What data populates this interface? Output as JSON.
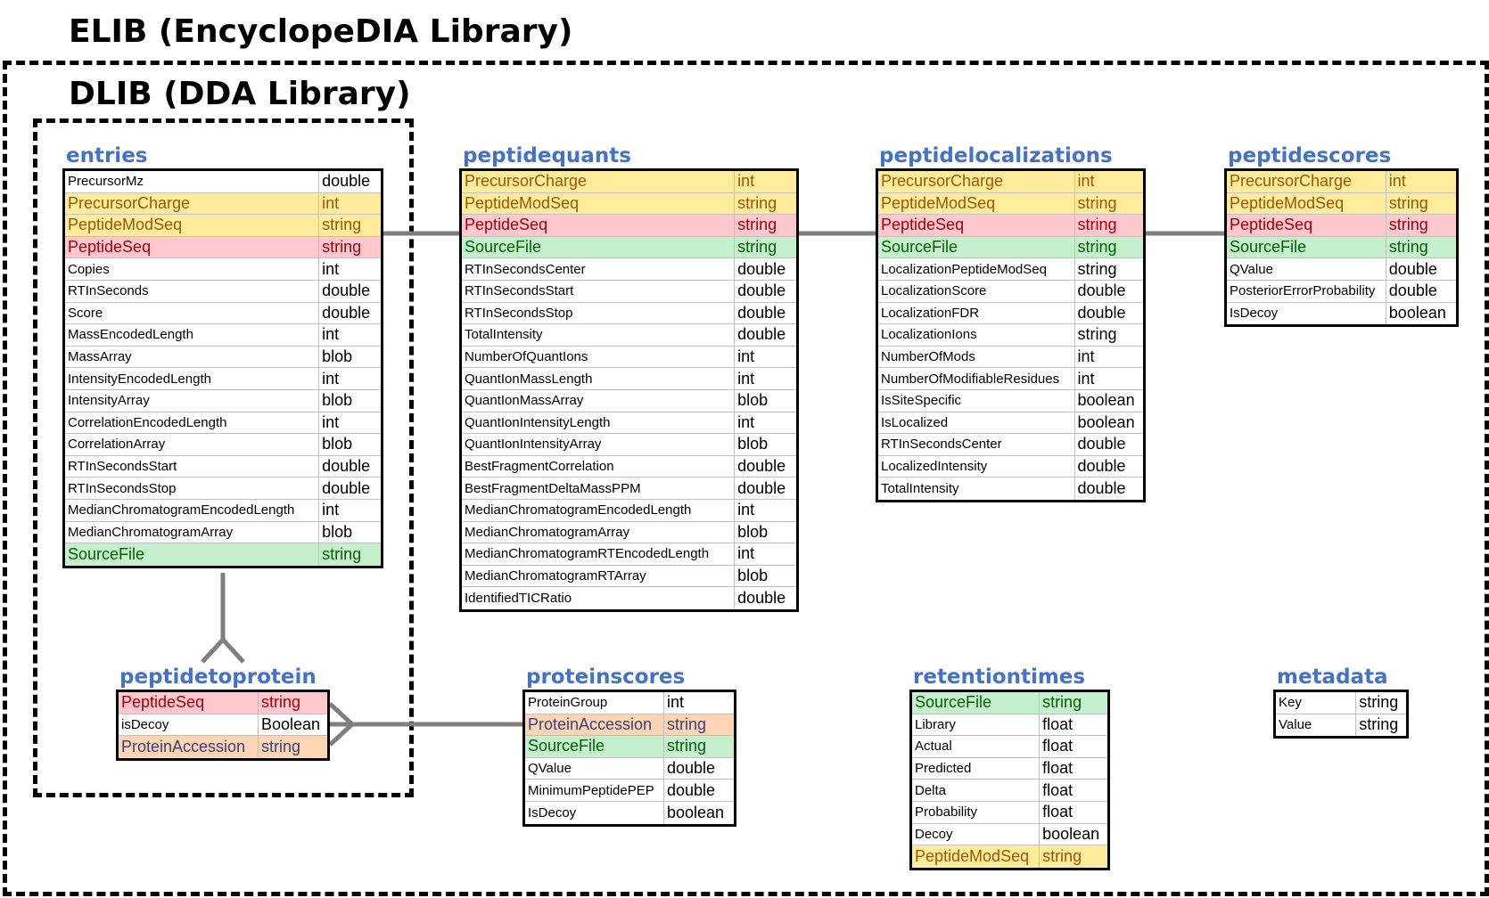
{
  "titles": {
    "elib": "ELIB (EncyclopeDIA Library)",
    "dlib": "DLIB (DDA Library)"
  },
  "colors": {
    "title": "#4472c4",
    "yellow_fill": "#ffeb9c",
    "yellow_text": "#9c5700",
    "pink_fill": "#ffc7ce",
    "pink_text": "#9c0006",
    "green_fill": "#c6efce",
    "green_text": "#006100",
    "orange_fill": "#fcd5b4",
    "orange_text": "#3f3f76",
    "connector": "#7f7f7f"
  },
  "tables": {
    "entries": {
      "title": "entries",
      "rows": [
        {
          "name": "PrecursorMz",
          "type": "double",
          "hl": ""
        },
        {
          "name": "PrecursorCharge",
          "type": "int",
          "hl": "yellow"
        },
        {
          "name": "PeptideModSeq",
          "type": "string",
          "hl": "yellow"
        },
        {
          "name": "PeptideSeq",
          "type": "string",
          "hl": "pink"
        },
        {
          "name": "Copies",
          "type": "int",
          "hl": ""
        },
        {
          "name": "RTInSeconds",
          "type": "double",
          "hl": ""
        },
        {
          "name": "Score",
          "type": "double",
          "hl": ""
        },
        {
          "name": "MassEncodedLength",
          "type": "int",
          "hl": ""
        },
        {
          "name": "MassArray",
          "type": "blob",
          "hl": ""
        },
        {
          "name": "IntensityEncodedLength",
          "type": "int",
          "hl": ""
        },
        {
          "name": "IntensityArray",
          "type": "blob",
          "hl": ""
        },
        {
          "name": "CorrelationEncodedLength",
          "type": "int",
          "hl": ""
        },
        {
          "name": "CorrelationArray",
          "type": "blob",
          "hl": ""
        },
        {
          "name": "RTInSecondsStart",
          "type": "double",
          "hl": ""
        },
        {
          "name": "RTInSecondsStop",
          "type": "double",
          "hl": ""
        },
        {
          "name": "MedianChromatogramEncodedLength",
          "type": "int",
          "hl": ""
        },
        {
          "name": "MedianChromatogramArray",
          "type": "blob",
          "hl": ""
        },
        {
          "name": "SourceFile",
          "type": "string",
          "hl": "green"
        }
      ]
    },
    "peptidequants": {
      "title": "peptidequants",
      "rows": [
        {
          "name": "PrecursorCharge",
          "type": "int",
          "hl": "yellow"
        },
        {
          "name": "PeptideModSeq",
          "type": "string",
          "hl": "yellow"
        },
        {
          "name": "PeptideSeq",
          "type": "string",
          "hl": "pink"
        },
        {
          "name": "SourceFile",
          "type": "string",
          "hl": "green"
        },
        {
          "name": "RTInSecondsCenter",
          "type": "double",
          "hl": ""
        },
        {
          "name": "RTInSecondsStart",
          "type": "double",
          "hl": ""
        },
        {
          "name": "RTInSecondsStop",
          "type": "double",
          "hl": ""
        },
        {
          "name": "TotalIntensity",
          "type": "double",
          "hl": ""
        },
        {
          "name": "NumberOfQuantIons",
          "type": "int",
          "hl": ""
        },
        {
          "name": "QuantIonMassLength",
          "type": "int",
          "hl": ""
        },
        {
          "name": "QuantIonMassArray",
          "type": "blob",
          "hl": ""
        },
        {
          "name": "QuantIonIntensityLength",
          "type": "int",
          "hl": ""
        },
        {
          "name": "QuantIonIntensityArray",
          "type": "blob",
          "hl": ""
        },
        {
          "name": "BestFragmentCorrelation",
          "type": "double",
          "hl": ""
        },
        {
          "name": "BestFragmentDeltaMassPPM",
          "type": "double",
          "hl": ""
        },
        {
          "name": "MedianChromatogramEncodedLength",
          "type": "int",
          "hl": ""
        },
        {
          "name": "MedianChromatogramArray",
          "type": "blob",
          "hl": ""
        },
        {
          "name": "MedianChromatogramRTEncodedLength",
          "type": "int",
          "hl": ""
        },
        {
          "name": "MedianChromatogramRTArray",
          "type": "blob",
          "hl": ""
        },
        {
          "name": "IdentifiedTICRatio",
          "type": "double",
          "hl": ""
        }
      ]
    },
    "peptidelocalizations": {
      "title": "peptidelocalizations",
      "rows": [
        {
          "name": "PrecursorCharge",
          "type": "int",
          "hl": "yellow"
        },
        {
          "name": "PeptideModSeq",
          "type": "string",
          "hl": "yellow"
        },
        {
          "name": "PeptideSeq",
          "type": "string",
          "hl": "pink"
        },
        {
          "name": "SourceFile",
          "type": "string",
          "hl": "green"
        },
        {
          "name": "LocalizationPeptideModSeq",
          "type": "string",
          "hl": ""
        },
        {
          "name": "LocalizationScore",
          "type": "double",
          "hl": ""
        },
        {
          "name": "LocalizationFDR",
          "type": "double",
          "hl": ""
        },
        {
          "name": "LocalizationIons",
          "type": "string",
          "hl": ""
        },
        {
          "name": "NumberOfMods",
          "type": "int",
          "hl": ""
        },
        {
          "name": "NumberOfModifiableResidues",
          "type": "int",
          "hl": ""
        },
        {
          "name": "IsSiteSpecific",
          "type": "boolean",
          "hl": ""
        },
        {
          "name": "IsLocalized",
          "type": "boolean",
          "hl": ""
        },
        {
          "name": "RTInSecondsCenter",
          "type": "double",
          "hl": ""
        },
        {
          "name": "LocalizedIntensity",
          "type": "double",
          "hl": ""
        },
        {
          "name": "TotalIntensity",
          "type": "double",
          "hl": ""
        }
      ]
    },
    "peptidescores": {
      "title": "peptidescores",
      "rows": [
        {
          "name": "PrecursorCharge",
          "type": "int",
          "hl": "yellow"
        },
        {
          "name": "PeptideModSeq",
          "type": "string",
          "hl": "yellow"
        },
        {
          "name": "PeptideSeq",
          "type": "string",
          "hl": "pink"
        },
        {
          "name": "SourceFile",
          "type": "string",
          "hl": "green"
        },
        {
          "name": "QValue",
          "type": "double",
          "hl": ""
        },
        {
          "name": "PosteriorErrorProbability",
          "type": "double",
          "hl": ""
        },
        {
          "name": "IsDecoy",
          "type": "boolean",
          "hl": ""
        }
      ]
    },
    "peptidetoprotein": {
      "title": "peptidetoprotein",
      "rows": [
        {
          "name": "PeptideSeq",
          "type": "string",
          "hl": "pink"
        },
        {
          "name": "isDecoy",
          "type": "Boolean",
          "hl": ""
        },
        {
          "name": "ProteinAccession",
          "type": "string",
          "hl": "orange"
        }
      ]
    },
    "proteinscores": {
      "title": "proteinscores",
      "rows": [
        {
          "name": "ProteinGroup",
          "type": "int",
          "hl": ""
        },
        {
          "name": "ProteinAccession",
          "type": "string",
          "hl": "orange"
        },
        {
          "name": "SourceFile",
          "type": "string",
          "hl": "green"
        },
        {
          "name": "QValue",
          "type": "double",
          "hl": ""
        },
        {
          "name": "MinimumPeptidePEP",
          "type": "double",
          "hl": ""
        },
        {
          "name": "IsDecoy",
          "type": "boolean",
          "hl": ""
        }
      ]
    },
    "retentiontimes": {
      "title": "retentiontimes",
      "rows": [
        {
          "name": "SourceFile",
          "type": "string",
          "hl": "green"
        },
        {
          "name": "Library",
          "type": "float",
          "hl": ""
        },
        {
          "name": "Actual",
          "type": "float",
          "hl": ""
        },
        {
          "name": "Predicted",
          "type": "float",
          "hl": ""
        },
        {
          "name": "Delta",
          "type": "float",
          "hl": ""
        },
        {
          "name": "Probability",
          "type": "float",
          "hl": ""
        },
        {
          "name": "Decoy",
          "type": "boolean",
          "hl": ""
        },
        {
          "name": "PeptideModSeq",
          "type": "string",
          "hl": "yellow"
        }
      ]
    },
    "metadata": {
      "title": "metadata",
      "rows": [
        {
          "name": "Key",
          "type": "string",
          "hl": ""
        },
        {
          "name": "Value",
          "type": "string",
          "hl": ""
        }
      ]
    }
  }
}
